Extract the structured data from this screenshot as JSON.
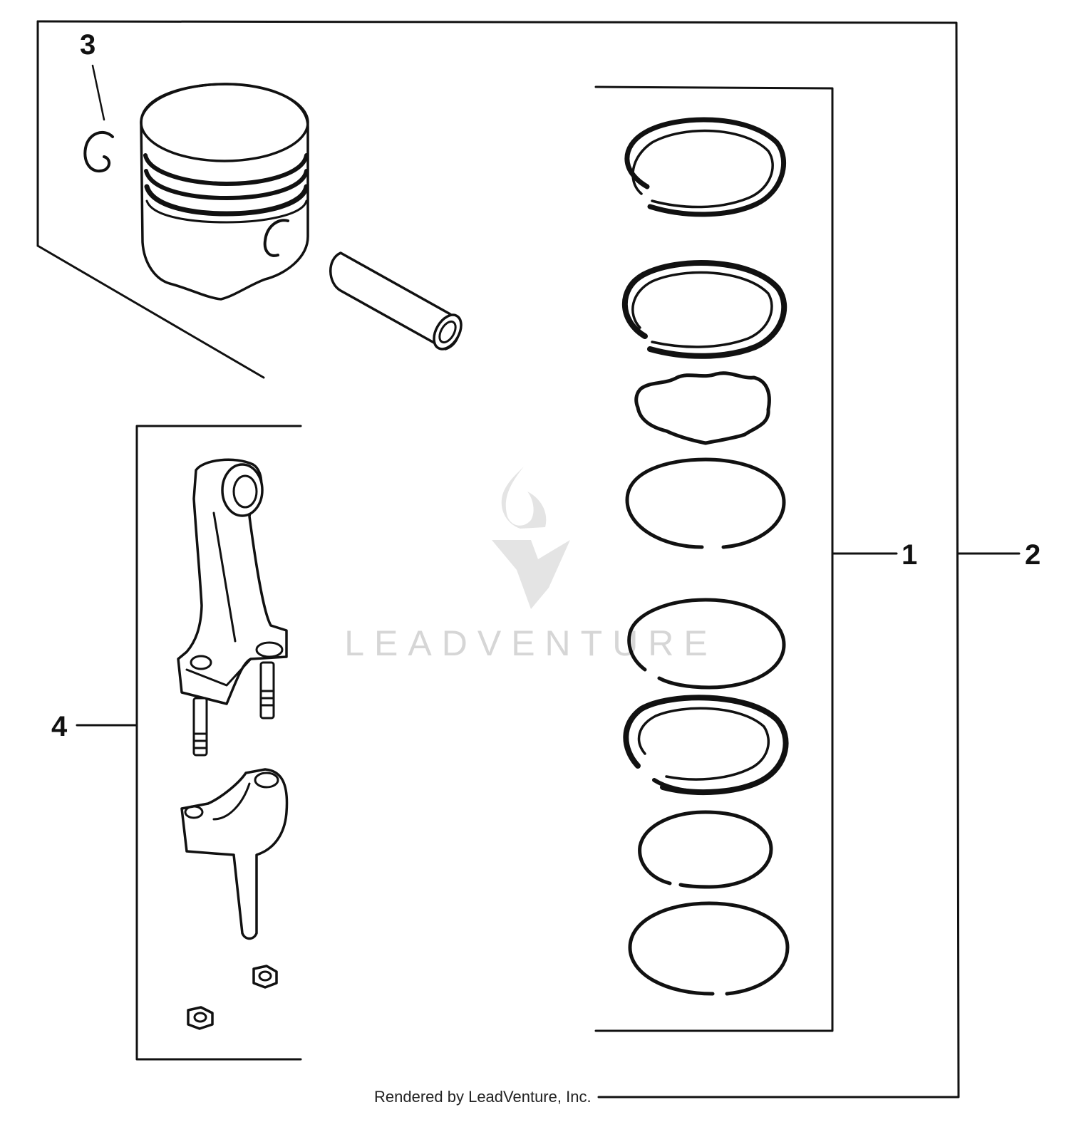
{
  "callouts": {
    "piston_rings_set": "1",
    "piston_assembly": "2",
    "retainer_clip": "3",
    "connecting_rod": "4"
  },
  "watermark": {
    "text": "LEADVENTURE"
  },
  "footer": {
    "text": "Rendered by LeadVenture, Inc."
  },
  "colors": {
    "ink": "#111111",
    "watermark": "#d6d6d6",
    "background": "#ffffff"
  }
}
